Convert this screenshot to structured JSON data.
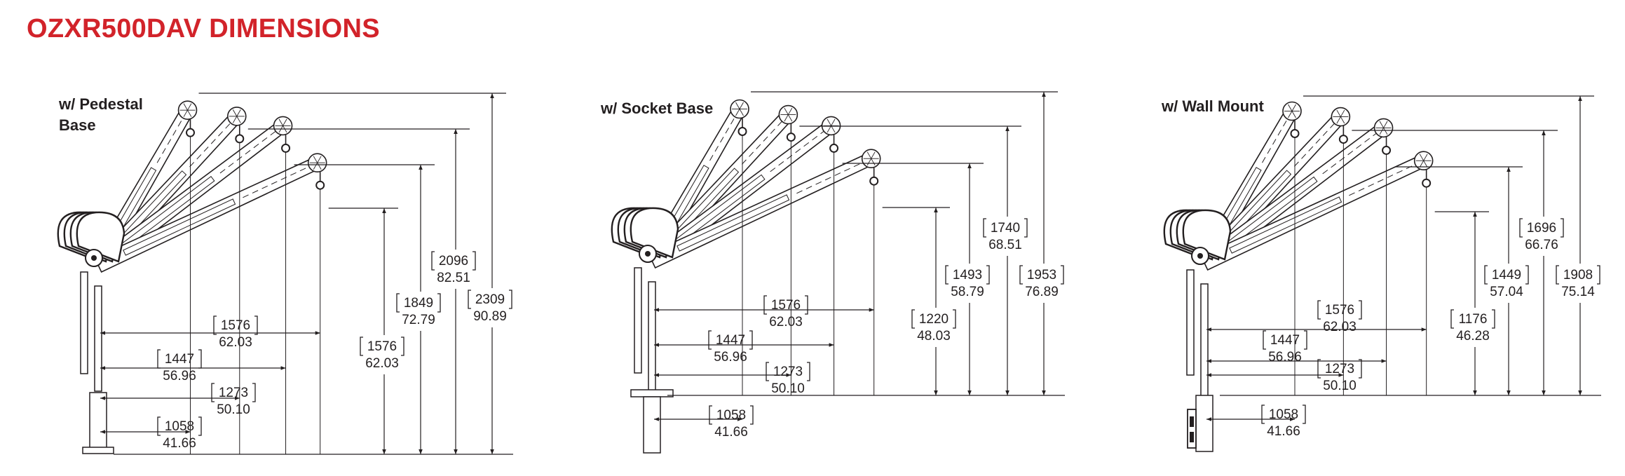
{
  "title": "OZXR500DAV DIMENSIONS",
  "colors": {
    "title": "#d2232a",
    "line": "#231f20",
    "background": "#ffffff"
  },
  "panels": [
    {
      "name": "pedestal",
      "title_lines": [
        "w/ Pedestal",
        "Base"
      ],
      "reach": [
        {
          "mm": "1576",
          "in": "62.03"
        },
        {
          "mm": "1447",
          "in": "56.96"
        },
        {
          "mm": "1273",
          "in": "50.10"
        },
        {
          "mm": "1058",
          "in": "41.66"
        }
      ],
      "heights": [
        {
          "mm": "1576",
          "in": "62.03"
        },
        {
          "mm": "1849",
          "in": "72.79"
        },
        {
          "mm": "2096",
          "in": "82.51"
        },
        {
          "mm": "2309",
          "in": "90.89"
        }
      ]
    },
    {
      "name": "socket",
      "title_lines": [
        "w/ Socket Base"
      ],
      "reach": [
        {
          "mm": "1576",
          "in": "62.03"
        },
        {
          "mm": "1447",
          "in": "56.96"
        },
        {
          "mm": "1273",
          "in": "50.10"
        },
        {
          "mm": "1058",
          "in": "41.66"
        }
      ],
      "heights": [
        {
          "mm": "1220",
          "in": "48.03"
        },
        {
          "mm": "1493",
          "in": "58.79"
        },
        {
          "mm": "1740",
          "in": "68.51"
        },
        {
          "mm": "1953",
          "in": "76.89"
        }
      ]
    },
    {
      "name": "wall",
      "title_lines": [
        "w/ Wall Mount"
      ],
      "reach": [
        {
          "mm": "1576",
          "in": "62.03"
        },
        {
          "mm": "1447",
          "in": "56.96"
        },
        {
          "mm": "1273",
          "in": "50.10"
        },
        {
          "mm": "1058",
          "in": "41.66"
        }
      ],
      "heights": [
        {
          "mm": "1176",
          "in": "46.28"
        },
        {
          "mm": "1449",
          "in": "57.04"
        },
        {
          "mm": "1696",
          "in": "66.76"
        },
        {
          "mm": "1908",
          "in": "75.14"
        }
      ]
    }
  ]
}
